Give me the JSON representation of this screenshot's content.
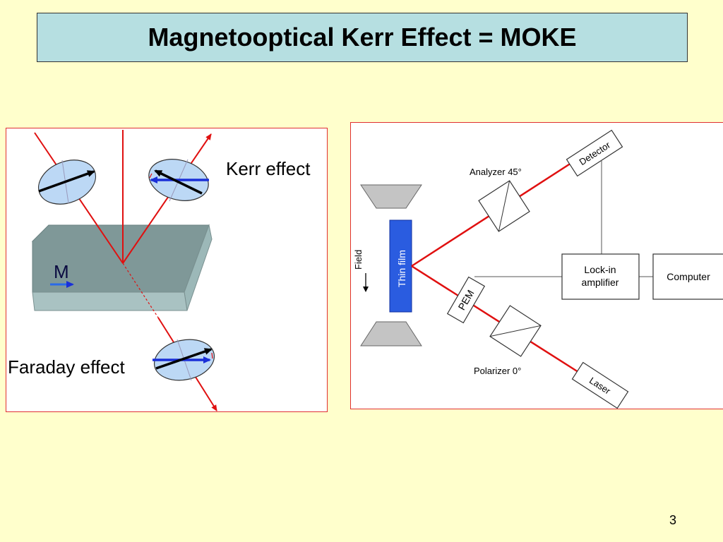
{
  "slide": {
    "title": "Magnetooptical Kerr Effect = MOKE",
    "page_number": "3"
  },
  "left_diagram": {
    "kerr_label": "Kerr effect",
    "faraday_label": "Faraday effect",
    "magnetization_label": "M"
  },
  "right_diagram": {
    "field_label": "Field",
    "thin_film_label": "Thin film",
    "analyzer_label": "Analyzer 45°",
    "detector_label": "Detector",
    "pem_label": "PEM",
    "polarizer_label": "Polarizer 0°",
    "laser_label": "Laser",
    "lockin_line1": "Lock-in",
    "lockin_line2": "amplifier",
    "computer_label": "Computer"
  },
  "colors": {
    "background": "#ffffcc",
    "title_bg": "#b6dfe1",
    "beam": "#e01010",
    "film": "#2a5ce0",
    "slab": "#7f9898",
    "ellipse_fill": "#bcd8f5"
  }
}
